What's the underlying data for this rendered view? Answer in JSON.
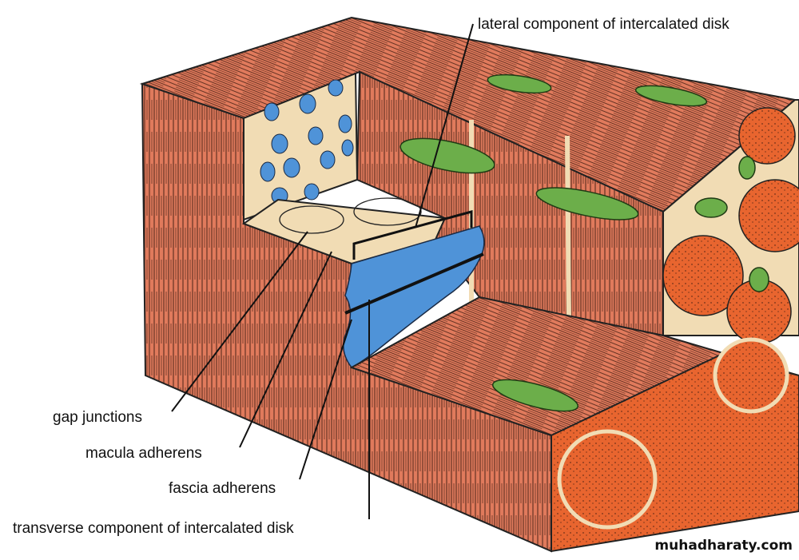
{
  "title": "Cardiac muscle intercalated disk diagram",
  "labels": {
    "lateral": "lateral component of intercalated disk",
    "gap": "gap junctions",
    "macula": "macula adherens",
    "fascia": "fascia adherens",
    "transverse": "transverse component of intercalated disk"
  },
  "watermark": "muhadharaty.com",
  "colors": {
    "muscle": "#e07a5c",
    "fiber_section": "#e8652f",
    "connective": "#f1dcb4",
    "membrane": "#4f93d8",
    "mitochondria": "#6cae4a"
  }
}
